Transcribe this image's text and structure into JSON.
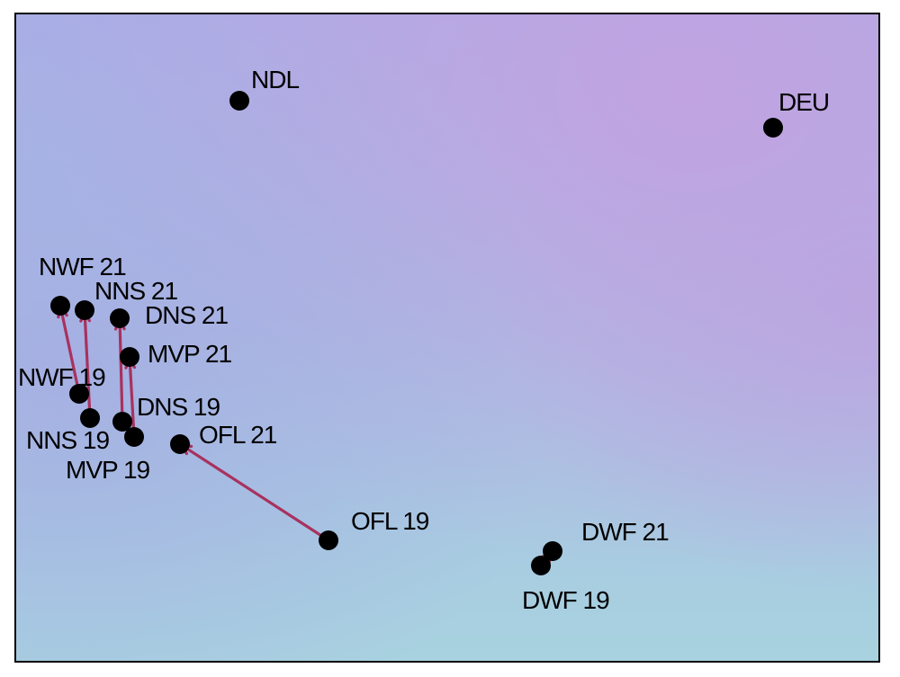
{
  "colors": {
    "gradient_top_left": "#a7aee4",
    "gradient_top_right": "#c0a2e0",
    "gradient_mid_right": "#bfa5e0",
    "gradient_bottom": "#a7cfe1",
    "arrow": "#a8325e",
    "point": "#000000",
    "frame": "#000000"
  },
  "points": [
    {
      "id": "ndl",
      "label": "NDL"
    },
    {
      "id": "deu",
      "label": "DEU"
    },
    {
      "id": "nwf21",
      "label": "NWF 21"
    },
    {
      "id": "nns21",
      "label": "NNS 21"
    },
    {
      "id": "dns21",
      "label": "DNS 21"
    },
    {
      "id": "mvp21",
      "label": "MVP 21"
    },
    {
      "id": "nwf19",
      "label": "NWF 19"
    },
    {
      "id": "dns19",
      "label": "DNS 19"
    },
    {
      "id": "nns19",
      "label": "NNS 19"
    },
    {
      "id": "mvp19",
      "label": "MVP 19"
    },
    {
      "id": "ofl21",
      "label": "OFL 21"
    },
    {
      "id": "ofl19",
      "label": "OFL 19"
    },
    {
      "id": "dwf21",
      "label": "DWF 21"
    },
    {
      "id": "dwf19",
      "label": "DWF 19"
    }
  ],
  "transitions": [
    {
      "from": "nwf19",
      "to": "nwf21"
    },
    {
      "from": "nns19",
      "to": "nns21"
    },
    {
      "from": "dns19",
      "to": "dns21"
    },
    {
      "from": "mvp19",
      "to": "mvp21"
    },
    {
      "from": "ofl19",
      "to": "ofl21"
    },
    {
      "from": "dwf19",
      "to": "dwf21"
    }
  ]
}
